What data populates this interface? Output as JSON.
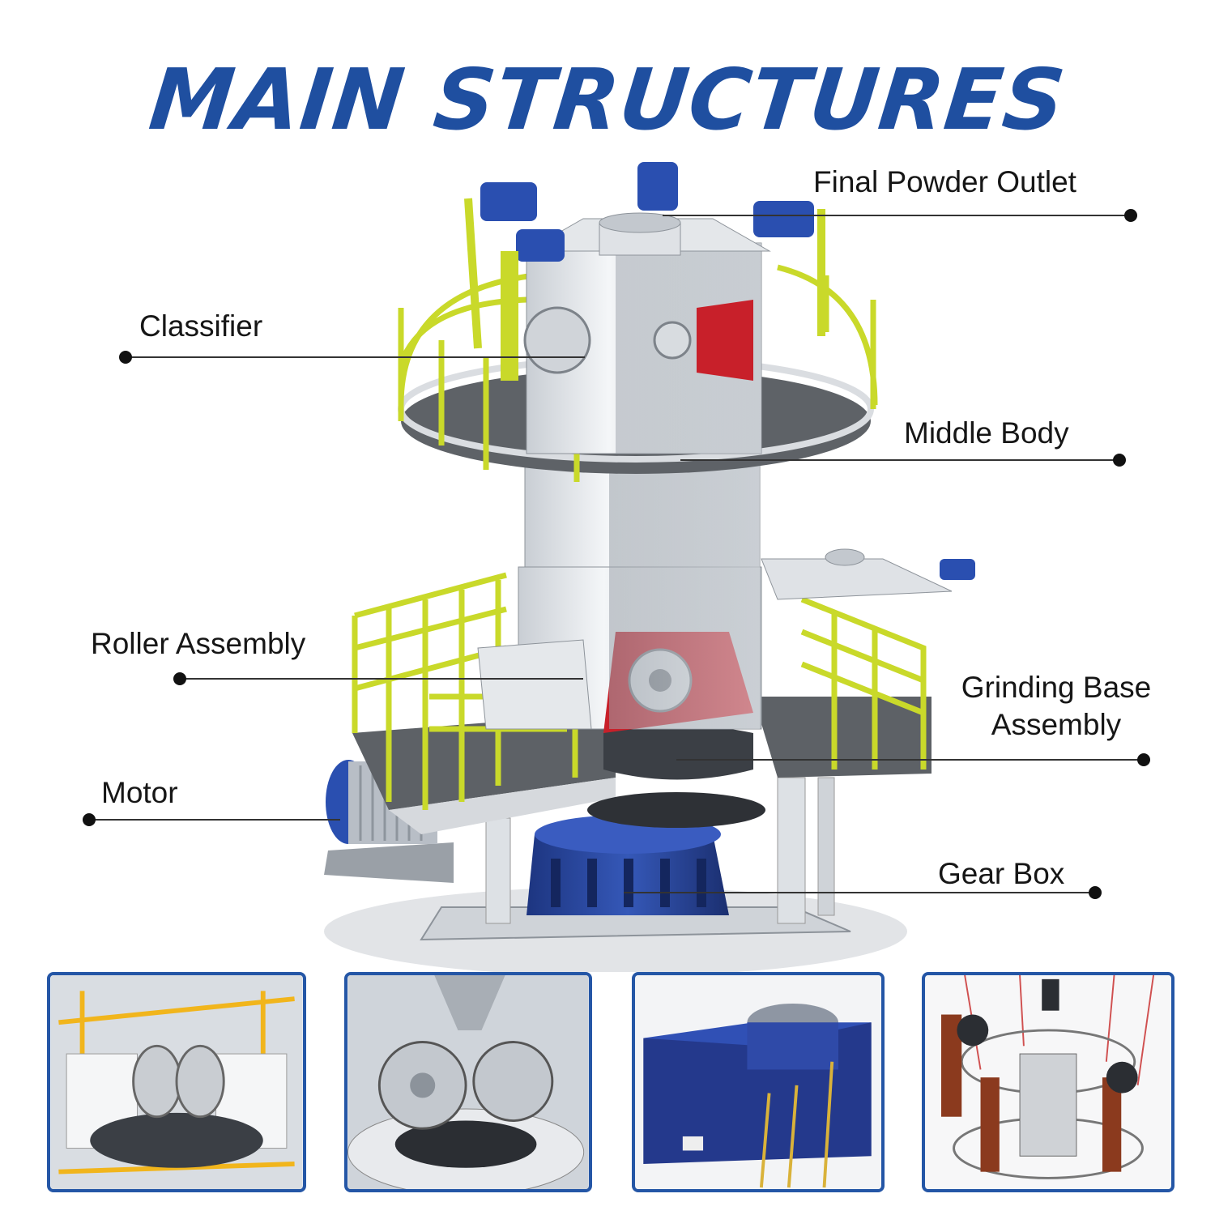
{
  "title": "MAIN STRUCTURES",
  "colors": {
    "title": "#1f4fa0",
    "railing": "#c9d92a",
    "machine_body": "#e9ecef",
    "motor_blue": "#2a4fb0",
    "gearbox_blue": "#27408f",
    "accent_red": "#c8202a",
    "thumb_border": "#2456a6"
  },
  "labels": {
    "final_powder_outlet": "Final Powder Outlet",
    "classifier": "Classifier",
    "middle_body": "Middle Body",
    "roller_assembly": "Roller Assembly",
    "grinding_base_line1": "Grinding Base",
    "grinding_base_line2": "Assembly",
    "motor": "Motor",
    "gear_box": "Gear Box"
  },
  "thumbnails": [
    {
      "icon": "roller-platform-photo"
    },
    {
      "icon": "grinding-roller-photo"
    },
    {
      "icon": "gearbox-photo"
    },
    {
      "icon": "classifier-cage-photo"
    }
  ]
}
